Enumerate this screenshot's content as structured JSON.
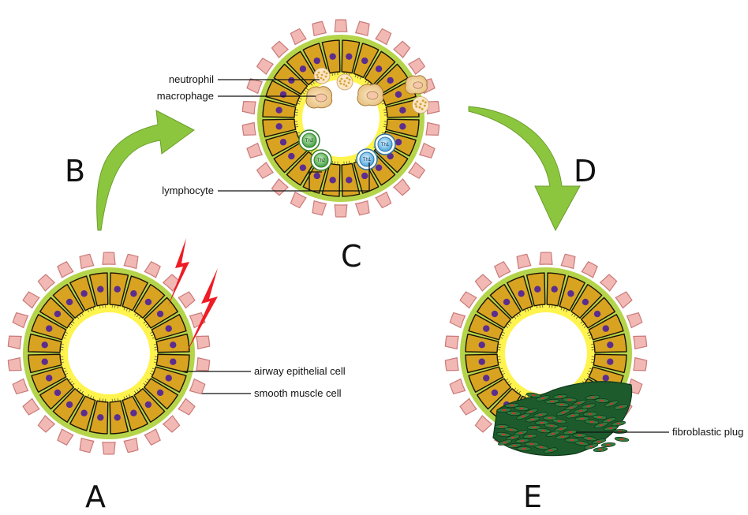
{
  "panels": {
    "A": "A",
    "B": "B",
    "C": "C",
    "D": "D",
    "E": "E"
  },
  "labels": {
    "neutrophil": "neutrophil",
    "macrophage": "macrophage",
    "lymphocyte": "lymphocyte",
    "airway_epithelial_cell": "airway epithelial cell",
    "smooth_muscle_cell": "smooth muscle cell",
    "fibroblastic_plug": "fibroblastic plug"
  },
  "cell_tags": {
    "th2": "Th2",
    "th1": "Th1"
  },
  "colors": {
    "smooth_muscle": "#f2b8b4",
    "smooth_muscle_stroke": "#c97a78",
    "submucosa": "#b5d44a",
    "epithelium": "#d9a322",
    "nucleus": "#5b2d8e",
    "mucus": "#fff34d",
    "arrow": "#8cc63f",
    "injury": "#ee1c25",
    "fibroblast": "#1d5b2d",
    "th2": "#4aab4a",
    "th1": "#5ab4e6",
    "macrophage": "#f6d9a3",
    "neutrophil": "#f3c98f"
  }
}
